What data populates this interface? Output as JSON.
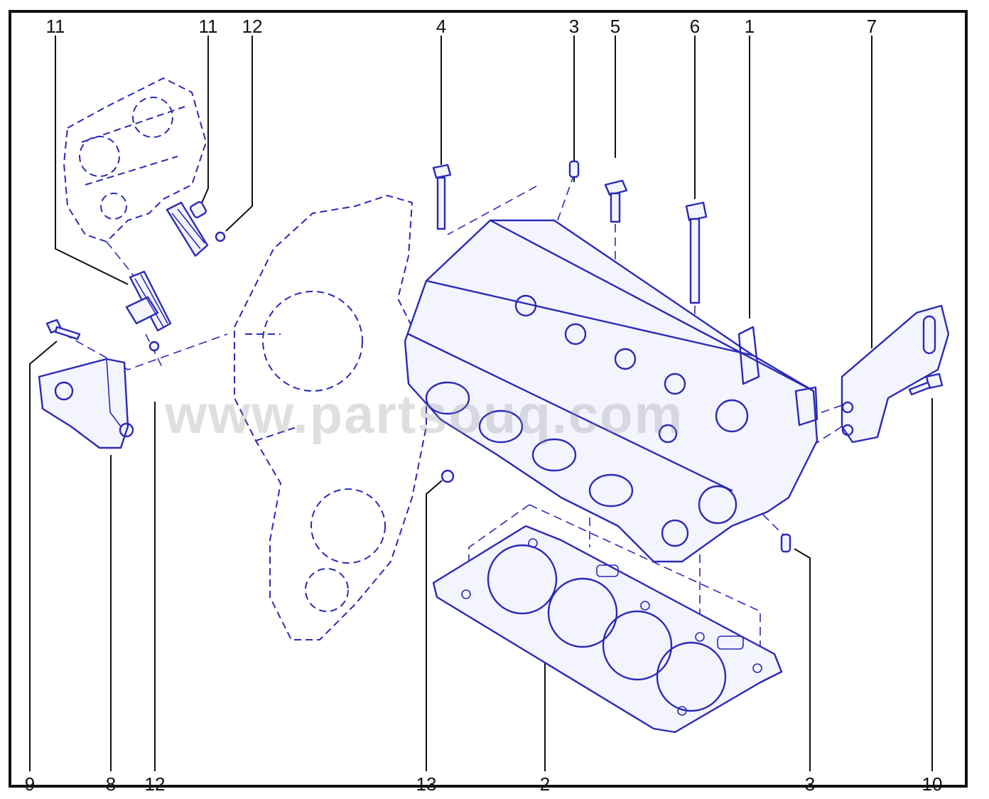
{
  "watermark": "www.partsouq.com",
  "callouts": {
    "top": [
      "11",
      "11",
      "12",
      "4",
      "3",
      "5",
      "6",
      "1",
      "7"
    ],
    "bottom": [
      "9",
      "8",
      "12",
      "13",
      "2",
      "3",
      "10"
    ]
  },
  "colors": {
    "line": "#2a2ab8",
    "leader": "#111111",
    "frame": "#111111"
  }
}
